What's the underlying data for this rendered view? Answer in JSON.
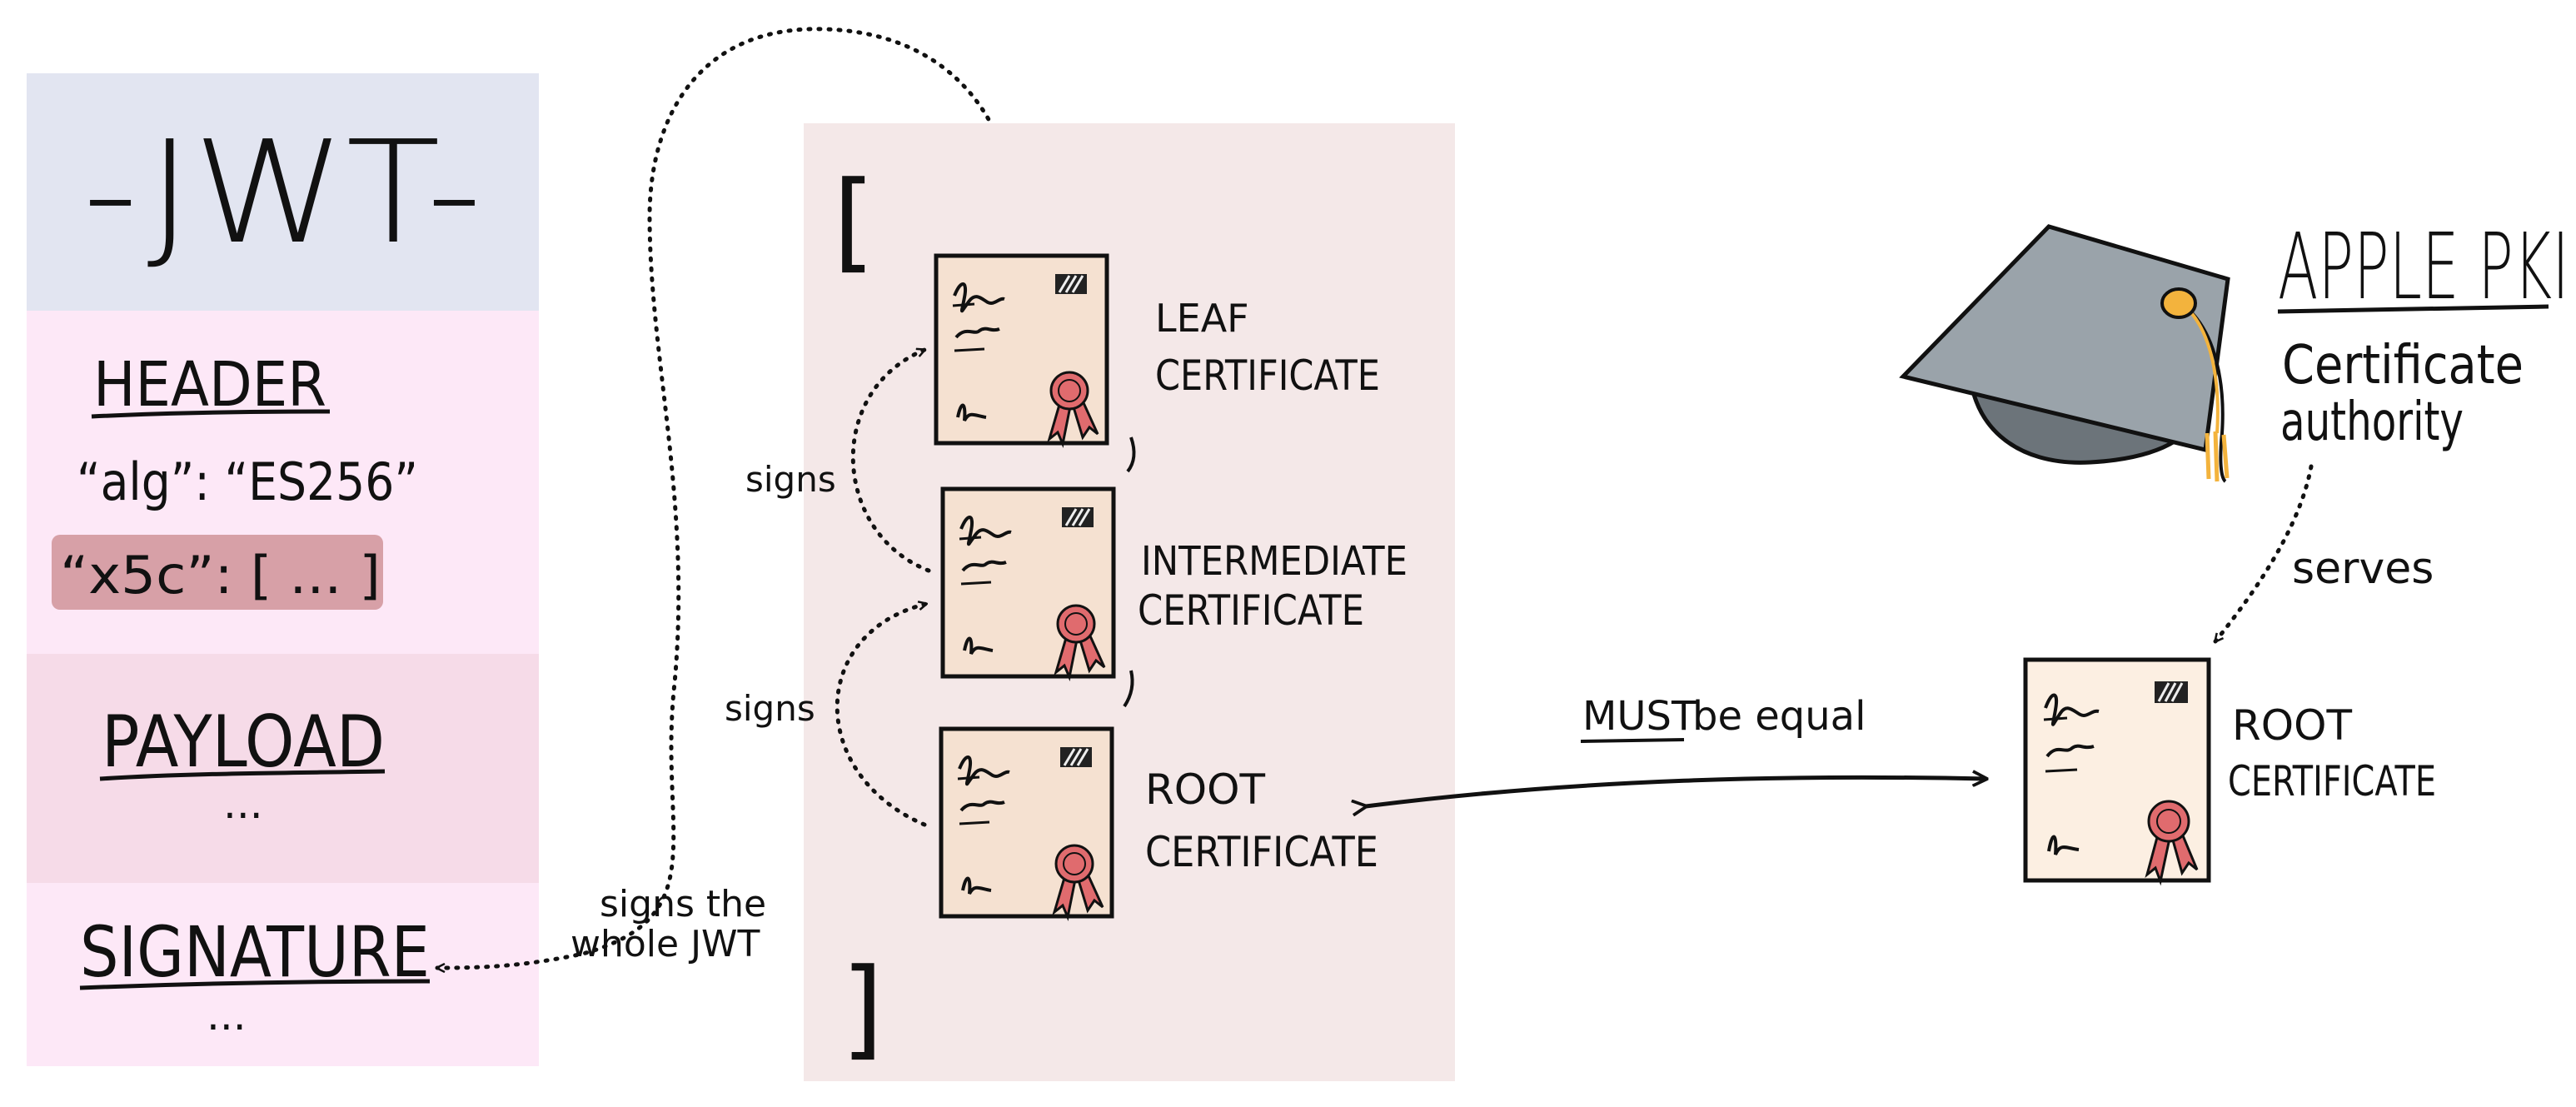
{
  "jwt": {
    "title": "-JWT-",
    "header": {
      "label": "HEADER",
      "alg_line": "“alg”: “ES256”",
      "x5c_line": "“x5c”: [ ... ]"
    },
    "payload": {
      "label": "PAYLOAD",
      "ellipsis": "..."
    },
    "signature": {
      "label": "SIGNATURE",
      "ellipsis": "..."
    }
  },
  "chain": {
    "open_bracket": "[",
    "close_bracket": "]",
    "leaf": {
      "line1": "LEAF",
      "line2": "CERTIFICATE"
    },
    "intermediate": {
      "line1": "INTERMEDIATE",
      "line2": "CERTIFICATE"
    },
    "root": {
      "line1": "ROOT",
      "line2": "CERTIFICATE"
    },
    "signs_label_1": "signs",
    "signs_label_2": "signs"
  },
  "signs_jwt": {
    "line1": "signs the",
    "line2": "whole JWT"
  },
  "apple": {
    "title": "APPLE PKI",
    "subtitle_line1": "Certificate",
    "subtitle_line2": "authority",
    "serves": "serves",
    "root": {
      "line1": "ROOT",
      "line2": "CERTIFICATE"
    }
  },
  "equality": {
    "must": "MUST",
    "rest": "be equal"
  },
  "colors": {
    "jwt_title_bg": "#e2e5f1",
    "header_bg": "#fde8f7",
    "x5c_highlight": "#d7a0a7",
    "payload_bg": "#f6dbe8",
    "signature_bg": "#fde8f7",
    "chain_bg": "#f4e8e8",
    "cert_fill": "#f5e1d1",
    "apple_cert_fill": "#fcefe2",
    "seal": "#e06b6e",
    "cap": "#9aa3aa",
    "cap_dark": "#6c747a",
    "tassel": "#f3b33d"
  }
}
